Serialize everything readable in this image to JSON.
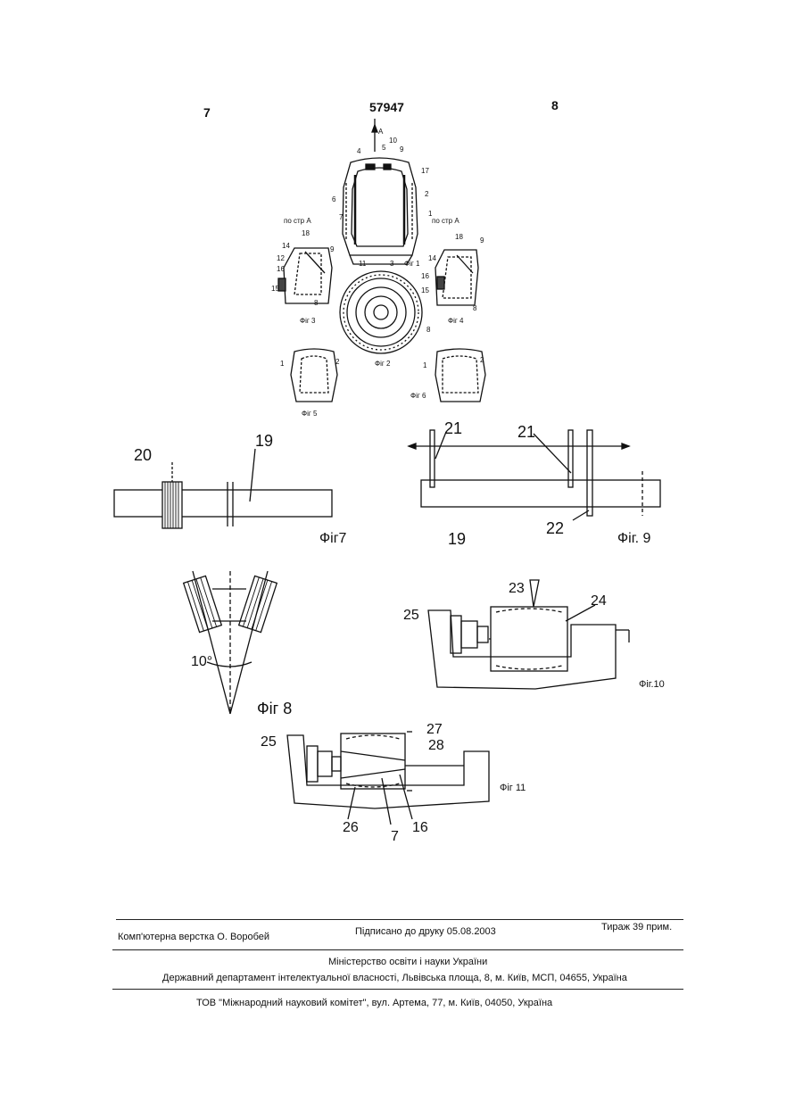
{
  "header": {
    "left_page": "7",
    "patent_number": "57947",
    "right_page": "8"
  },
  "figures": {
    "fig1": {
      "caption": "Фіг 1",
      "view_marker": "А",
      "labels": [
        "5",
        "4",
        "10",
        "9",
        "17",
        "2",
        "6",
        "7",
        "1",
        "11",
        "3"
      ],
      "section_left": "по стр А",
      "section_right": "по стр А"
    },
    "fig2": {
      "caption": "Фіг 2",
      "labels": [
        "8"
      ]
    },
    "fig3": {
      "caption": "Фіг 3",
      "labels": [
        "18",
        "14",
        "9",
        "12",
        "16",
        "15",
        "8"
      ]
    },
    "fig4": {
      "caption": "Фіг 4",
      "labels": [
        "18",
        "9",
        "14",
        "16",
        "15",
        "8"
      ]
    },
    "fig5": {
      "caption": "Фіг 5",
      "labels": [
        "1",
        "2"
      ]
    },
    "fig6": {
      "caption": "Фіг 6",
      "labels": [
        "1",
        "2"
      ]
    },
    "fig7": {
      "caption": "Фіг7",
      "labels": [
        "20",
        "19"
      ]
    },
    "fig8": {
      "caption": "Фіг 8",
      "angle": "10°"
    },
    "fig9": {
      "caption": "Фіг. 9",
      "labels": [
        "21",
        "21",
        "19",
        "22"
      ]
    },
    "fig10": {
      "caption": "Фіг.10",
      "labels": [
        "23",
        "24",
        "25"
      ]
    },
    "fig11": {
      "caption": "Фіг 11",
      "labels": [
        "25",
        "27",
        "28",
        "26",
        "7",
        "16"
      ]
    }
  },
  "footer": {
    "typesetting": "Комп'ютерна верстка О. Воробей",
    "signed": "Підписано до друку 05.08.2003",
    "circulation": "Тираж 39 прим.",
    "ministry": "Міністерство освіти і науки України",
    "department": "Державний департамент інтелектуальної власності, Львівська площа, 8, м. Київ, МСП, 04655, Україна",
    "publisher": "ТОВ \"Міжнародний науковий комітет\", вул. Артема, 77, м. Київ, 04050, Україна"
  },
  "colors": {
    "ink": "#111111",
    "paper": "#ffffff"
  }
}
